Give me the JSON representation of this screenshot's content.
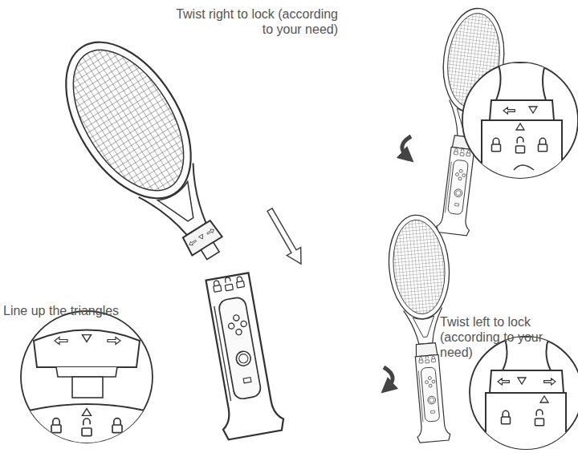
{
  "diagram": {
    "labels": [
      "Twist right to lock (according to your need)",
      "Line up the triangles",
      "Twist left to lock (according to your need)"
    ]
  }
}
